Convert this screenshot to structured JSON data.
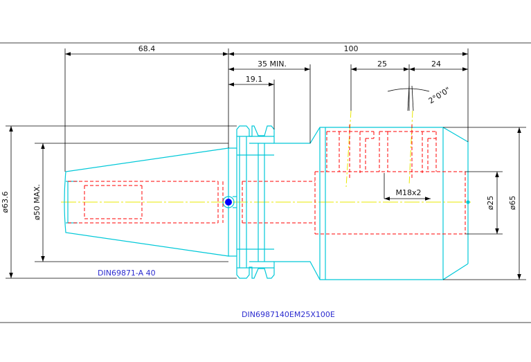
{
  "drawing": {
    "colors": {
      "outline": "#00c8d8",
      "hidden": "#ff0000",
      "centerline": "#e8e800",
      "dimension": "#000000",
      "note": "#2b2bcf",
      "background": "#ffffff"
    },
    "dimensions": {
      "taper_length": "68.4",
      "overall_length": "100",
      "min_length": "35 MIN.",
      "flange_length": "19.1",
      "collet_depth": "25",
      "nose_length": "24",
      "angle": "2°0'0\"",
      "thread": "M18x2",
      "bore_diameter": "ø25",
      "body_diameter": "ø65",
      "flange_diameter": "ø63.6",
      "taper_diameter": "ø50 MAX."
    },
    "labels": {
      "standard": "DIN69871-A 40",
      "part_number": "DIN6987140EM25X100E"
    }
  }
}
